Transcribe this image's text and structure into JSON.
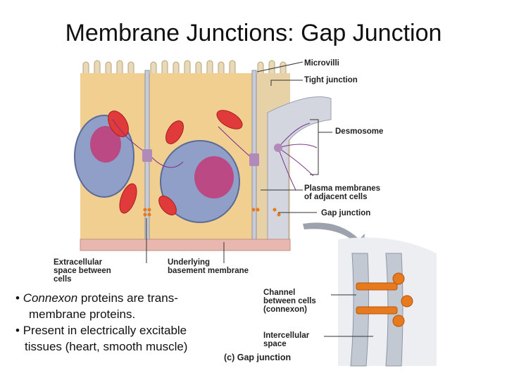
{
  "title": "Membrane Junctions: Gap Junction",
  "labels": {
    "microvilli": "Microvilli",
    "tight_junction": "Tight junction",
    "desmosome": "Desmosome",
    "plasma_membranes_1": "Plasma membranes",
    "plasma_membranes_2": "of adjacent cells",
    "gap_junction": "Gap junction",
    "extracellular_1": "Extracellular",
    "extracellular_2": "space between",
    "extracellular_3": "cells",
    "underlying_1": "Underlying",
    "underlying_2": "basement membrane",
    "channel_1": "Channel",
    "channel_2": "between cells",
    "channel_3": "(connexon)",
    "intercellular_1": "Intercellular",
    "intercellular_2": "space",
    "caption": "(c) Gap junction"
  },
  "bullets": {
    "b1_italic": "Connexon",
    "b1_rest": " proteins are trans-",
    "b1_cont": "membrane proteins.",
    "b2_line1": "Present in electrically excitable",
    "b2_line2": "tissues (heart, smooth muscle)"
  },
  "colors": {
    "cytoplasm": "#f0cf90",
    "membrane": "#c9ccd6",
    "nucleus": "#8f9fc8",
    "nucleolus": "#c23a78",
    "mitochondria": "#e03a3a",
    "basement": "#e8b8b0",
    "connexon": "#e87a1e",
    "filaments": "#7a2e8a"
  }
}
